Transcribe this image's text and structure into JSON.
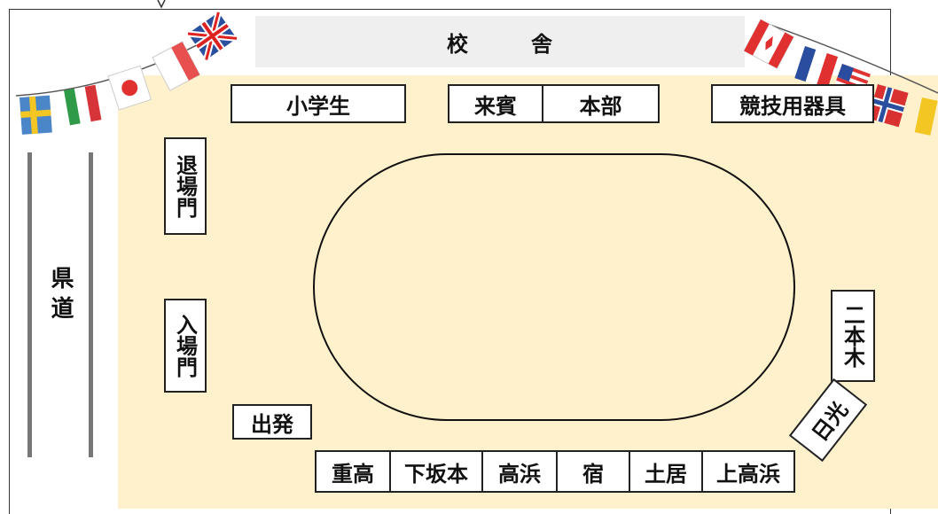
{
  "school_building": {
    "label_left": "校",
    "label_right": "舎"
  },
  "road": {
    "label": "県道"
  },
  "top_boxes": {
    "elementary": "小学生",
    "guests": "来賓",
    "hq": "本部",
    "equipment": "競技用器具"
  },
  "gates": {
    "exit": "退場門",
    "entrance": "入場門"
  },
  "start": "出発",
  "right_side": {
    "nihongi": "二本木",
    "nikko": "日光"
  },
  "bottom_teams": [
    "重高",
    "下坂本",
    "高浜",
    "宿",
    "土居",
    "上高浜"
  ],
  "colors": {
    "ground": "#fff1cc",
    "school": "#efefef",
    "road": "#777777"
  }
}
